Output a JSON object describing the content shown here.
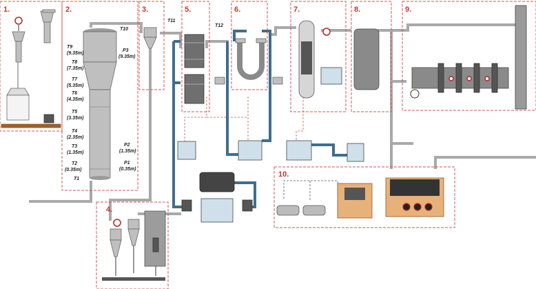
{
  "sections": [
    {
      "id": "s1",
      "label": "1."
    },
    {
      "id": "s2",
      "label": "2."
    },
    {
      "id": "s3",
      "label": "3."
    },
    {
      "id": "s4",
      "label": "4."
    },
    {
      "id": "s5",
      "label": "5."
    },
    {
      "id": "s6",
      "label": "6."
    },
    {
      "id": "s7",
      "label": "7."
    },
    {
      "id": "s8",
      "label": "8."
    },
    {
      "id": "s9",
      "label": "9."
    },
    {
      "id": "s10",
      "label": "10."
    }
  ],
  "thermocouples": {
    "t10": "T10",
    "t9": [
      "T9",
      "(9.35m)"
    ],
    "p3": [
      "P3",
      "(9.35m)"
    ],
    "t8": [
      "T8",
      "(7.35m)"
    ],
    "t7": [
      "T7",
      "(5.35m)"
    ],
    "t6": [
      "T6",
      "(4.35m)"
    ],
    "t5": [
      "T5",
      "(3.35m)"
    ],
    "t4": [
      "T4",
      "(2.35m)"
    ],
    "t3": [
      "T3",
      "(1.35m)"
    ],
    "p2": [
      "P2",
      "(1.35m)"
    ],
    "t2": [
      "T2",
      "(0.35m)"
    ],
    "p1": [
      "P1",
      "(0.35m)"
    ],
    "t1": "T1",
    "t11": "T11",
    "t12": "T12"
  },
  "colors": {
    "section_border": "#d9534f",
    "section_label": "#c0392b",
    "gas_pipe": "#a9a9a9",
    "water_pipe": "#3e6e8e",
    "solids_line": "#a0612b"
  }
}
